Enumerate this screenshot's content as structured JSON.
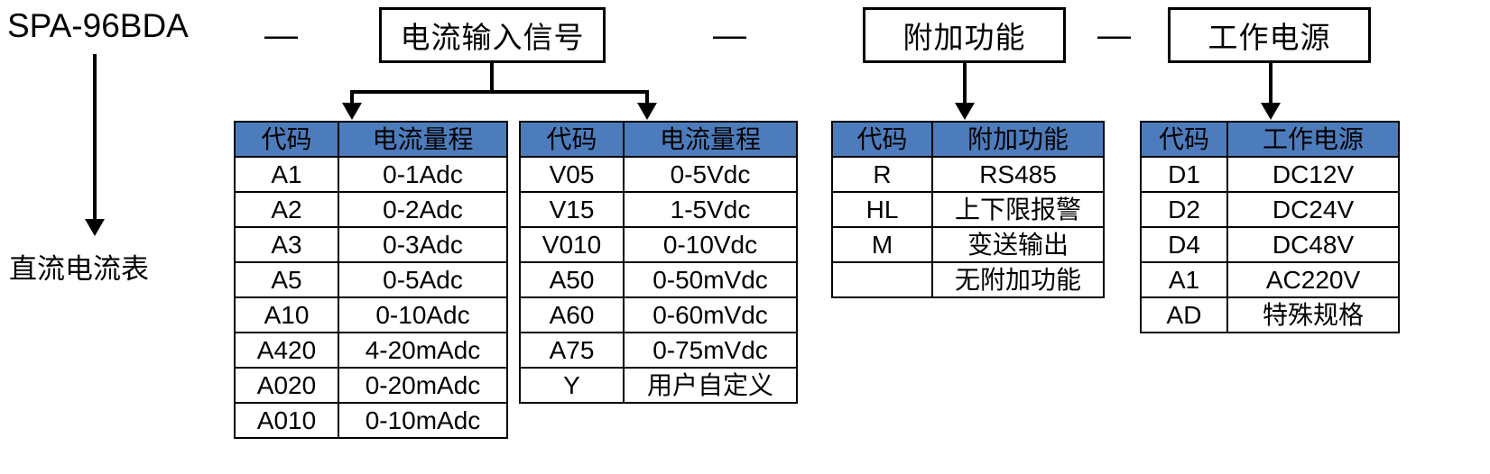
{
  "model": {
    "name": "SPA-96BDA",
    "description": "直流电流表"
  },
  "separators": [
    "—",
    "—",
    "—"
  ],
  "groups": [
    {
      "id": "current-input-signal",
      "label": "电流输入信号"
    },
    {
      "id": "additional-function",
      "label": "附加功能"
    },
    {
      "id": "working-power",
      "label": "工作电源"
    }
  ],
  "tables": [
    {
      "id": "current-range-a",
      "headers": [
        "代码",
        "电流量程"
      ],
      "rows": [
        [
          "A1",
          "0-1Adc"
        ],
        [
          "A2",
          "0-2Adc"
        ],
        [
          "A3",
          "0-3Adc"
        ],
        [
          "A5",
          "0-5Adc"
        ],
        [
          "A10",
          "0-10Adc"
        ],
        [
          "A420",
          "4-20mAdc"
        ],
        [
          "A020",
          "0-20mAdc"
        ],
        [
          "A010",
          "0-10mAdc"
        ]
      ]
    },
    {
      "id": "current-range-v",
      "headers": [
        "代码",
        "电流量程"
      ],
      "rows": [
        [
          "V05",
          "0-5Vdc"
        ],
        [
          "V15",
          "1-5Vdc"
        ],
        [
          "V010",
          "0-10Vdc"
        ],
        [
          "A50",
          "0-50mVdc"
        ],
        [
          "A60",
          "0-60mVdc"
        ],
        [
          "A75",
          "0-75mVdc"
        ],
        [
          "Y",
          "用户自定义"
        ]
      ]
    },
    {
      "id": "additional-function",
      "headers": [
        "代码",
        "附加功能"
      ],
      "rows": [
        [
          "R",
          "RS485"
        ],
        [
          "HL",
          "上下限报警"
        ],
        [
          "M",
          "变送输出"
        ],
        [
          "",
          "无附加功能"
        ]
      ]
    },
    {
      "id": "working-power",
      "headers": [
        "代码",
        "工作电源"
      ],
      "rows": [
        [
          "D1",
          "DC12V"
        ],
        [
          "D2",
          "DC24V"
        ],
        [
          "D4",
          "DC48V"
        ],
        [
          "A1",
          "AC220V"
        ],
        [
          "AD",
          "特殊规格"
        ]
      ]
    }
  ],
  "colors": {
    "header_blue": "#4d7cbc",
    "line_black": "#000000",
    "background": "#ffffff"
  }
}
